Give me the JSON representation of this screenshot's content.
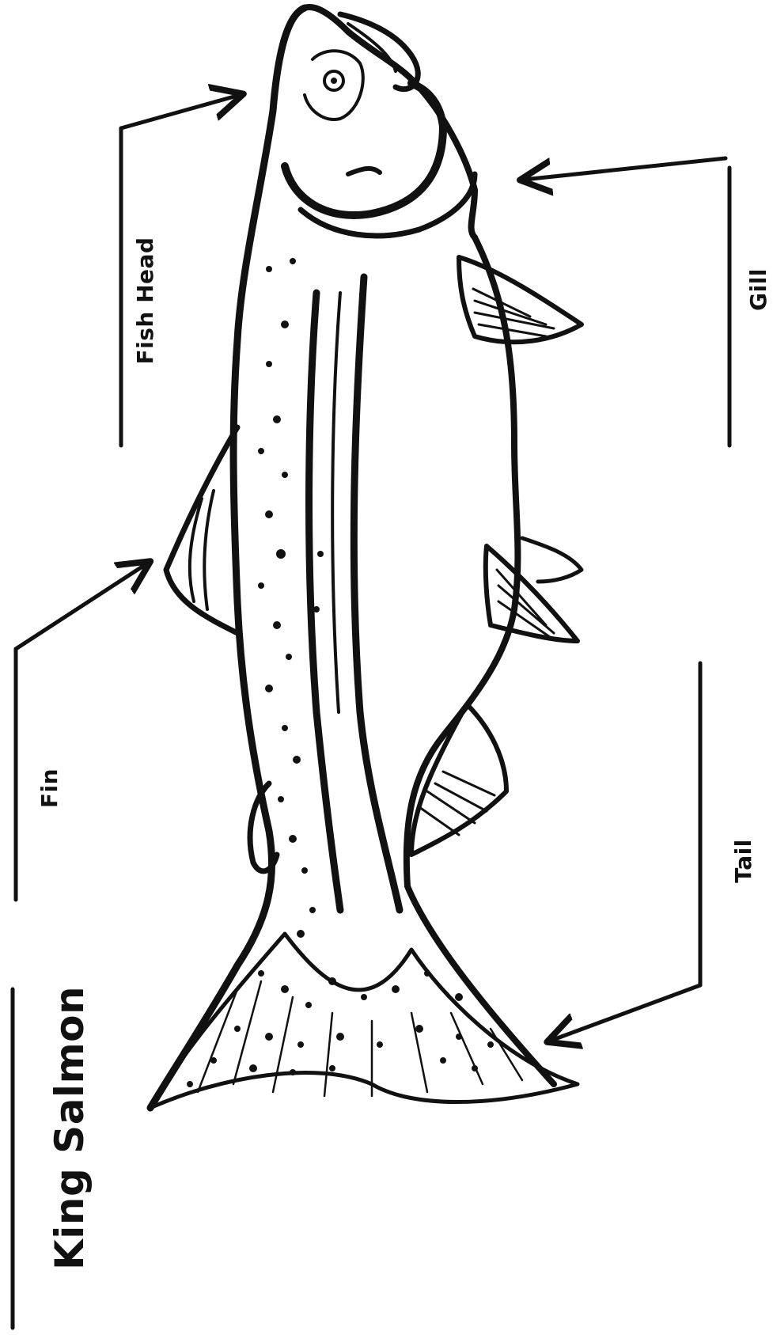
{
  "diagram": {
    "title": "King Salmon",
    "labels": {
      "head": "Fish Head",
      "gill": "Gill",
      "fin": "Fin",
      "tail": "Tail"
    },
    "colors": {
      "ink": "#111111",
      "background": "#ffffff"
    }
  }
}
